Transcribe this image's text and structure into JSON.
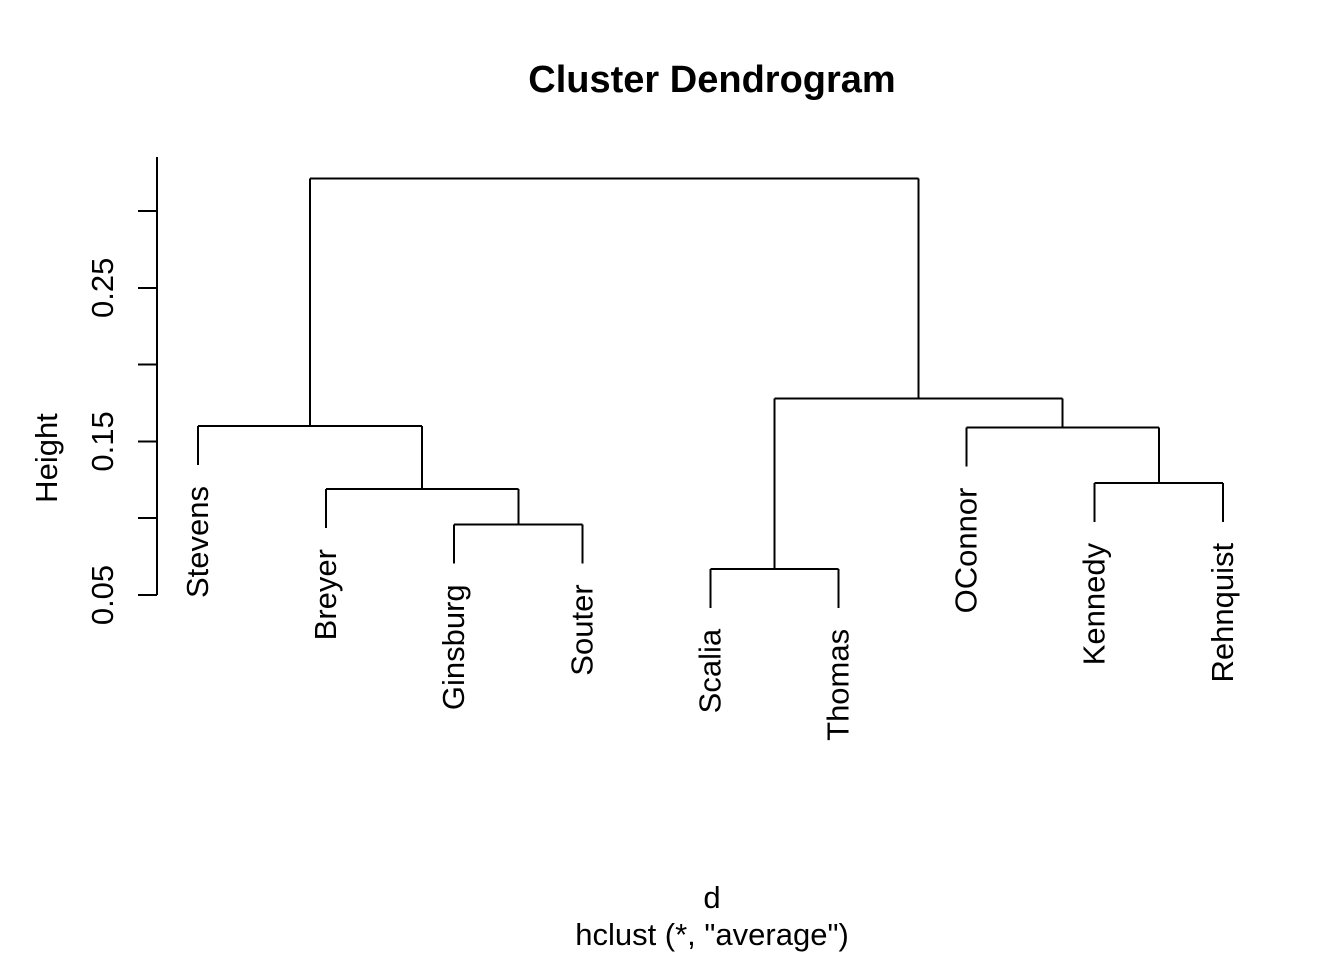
{
  "figure": {
    "background": "#ffffff",
    "line_color": "#000000",
    "text_color": "#000000"
  },
  "chart_data": {
    "type": "dendrogram",
    "title": "Cluster Dendrogram",
    "ylabel": "Height",
    "xlabel_line1": "d",
    "xlabel_line2": "hclust (*, \"average\")",
    "leaf_order": [
      "Stevens",
      "Breyer",
      "Ginsburg",
      "Souter",
      "Scalia",
      "Thomas",
      "OConnor",
      "Kennedy",
      "Rehnquist"
    ],
    "axis": {
      "side": "left",
      "range": [
        0.05,
        0.335
      ],
      "ticks": [
        {
          "value": 0.05,
          "label": "0.05"
        },
        {
          "value": 0.1,
          "label": ""
        },
        {
          "value": 0.15,
          "label": "0.15"
        },
        {
          "value": 0.2,
          "label": ""
        },
        {
          "value": 0.25,
          "label": "0.25"
        },
        {
          "value": 0.3,
          "label": ""
        }
      ]
    },
    "tree": {
      "height": 0.321,
      "children": [
        {
          "height": 0.16,
          "children": [
            {
              "leaf": "Stevens"
            },
            {
              "height": 0.119,
              "children": [
                {
                  "leaf": "Breyer"
                },
                {
                  "height": 0.096,
                  "children": [
                    {
                      "leaf": "Ginsburg"
                    },
                    {
                      "leaf": "Souter"
                    }
                  ]
                }
              ]
            }
          ]
        },
        {
          "height": 0.178,
          "children": [
            {
              "height": 0.067,
              "children": [
                {
                  "leaf": "Scalia"
                },
                {
                  "leaf": "Thomas"
                }
              ]
            },
            {
              "height": 0.159,
              "children": [
                {
                  "leaf": "OConnor"
                },
                {
                  "height": 0.123,
                  "children": [
                    {
                      "leaf": "Kennedy"
                    },
                    {
                      "leaf": "Rehnquist"
                    }
                  ]
                }
              ]
            }
          ]
        }
      ]
    }
  }
}
